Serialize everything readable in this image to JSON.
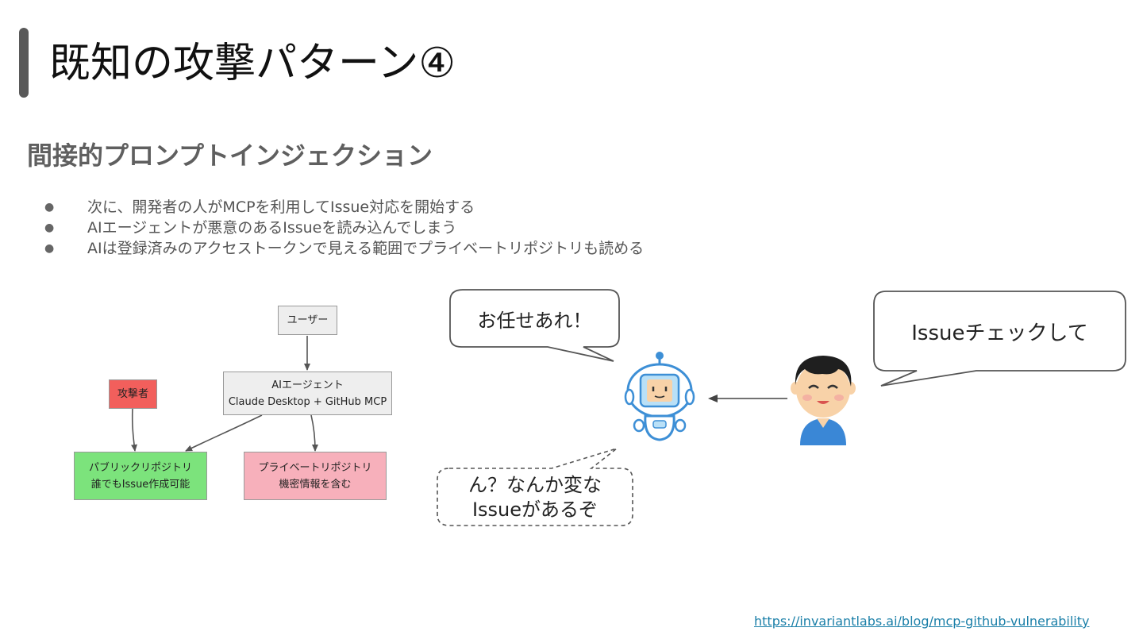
{
  "slide": {
    "title": "既知の攻撃パターン④",
    "subtitle": "間接的プロンプトインジェクション",
    "bullets": [
      "次に、開発者の人がMCPを利用してIssue対応を開始する",
      "AIエージェントが悪意のあるIssueを読み込んでしまう",
      "AIは登録済みのアクセストークンで見える範囲でプライベートリポジトリも読める"
    ]
  },
  "diagram": {
    "user": "ユーザー",
    "agent": [
      "AIエージェント",
      "Claude Desktop + GitHub MCP"
    ],
    "attacker": "攻撃者",
    "public_repo": [
      "パブリックリポジトリ",
      "誰でもIssue作成可能"
    ],
    "private_repo": [
      "プライベートリポジトリ",
      "機密情報を含む"
    ],
    "colors": {
      "user": "#eeeeee",
      "agent": "#eeeeee",
      "attacker": "#f25f5c",
      "public_repo": "#7ce37c",
      "private_repo": "#f7b0bb"
    }
  },
  "illustration": {
    "robot_speech": "お任せあれ！",
    "human_speech": "Issueチェックして",
    "robot_thought": [
      "ん？なんか変な",
      "Issueがあるぞ"
    ]
  },
  "footer": {
    "link": "https://invariantlabs.ai/blog/mcp-github-vulnerability"
  }
}
